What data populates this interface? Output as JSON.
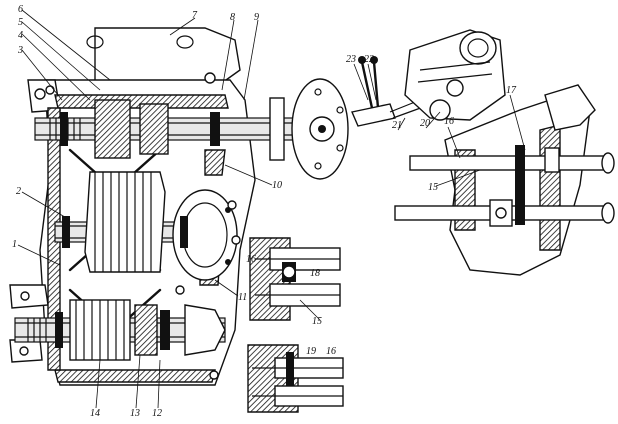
{
  "callouts": [
    {
      "id": "c1",
      "text": "1"
    },
    {
      "id": "c2",
      "text": "2"
    },
    {
      "id": "c3",
      "text": "3"
    },
    {
      "id": "c4",
      "text": "4"
    },
    {
      "id": "c5",
      "text": "5"
    },
    {
      "id": "c6",
      "text": "6"
    },
    {
      "id": "c7",
      "text": "7"
    },
    {
      "id": "c8",
      "text": "8"
    },
    {
      "id": "c9",
      "text": "9"
    },
    {
      "id": "c10",
      "text": "10"
    },
    {
      "id": "c11",
      "text": "11"
    },
    {
      "id": "c12",
      "text": "12"
    },
    {
      "id": "c13",
      "text": "13"
    },
    {
      "id": "c14",
      "text": "14"
    },
    {
      "id": "c15a",
      "text": "15"
    },
    {
      "id": "c15b",
      "text": "15"
    },
    {
      "id": "c16a",
      "text": "16"
    },
    {
      "id": "c16b",
      "text": "16"
    },
    {
      "id": "c16c",
      "text": "16"
    },
    {
      "id": "c17",
      "text": "17"
    },
    {
      "id": "c18",
      "text": "18"
    },
    {
      "id": "c19",
      "text": "19"
    },
    {
      "id": "c20",
      "text": "20"
    },
    {
      "id": "c21",
      "text": "21"
    },
    {
      "id": "c22",
      "text": "22"
    },
    {
      "id": "c23",
      "text": "23"
    }
  ]
}
